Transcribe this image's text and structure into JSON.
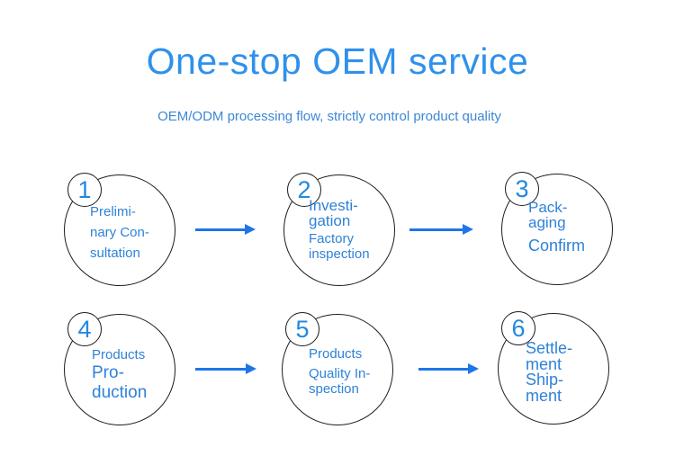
{
  "header": {
    "title": "One-stop OEM service",
    "subtitle": "OEM/ODM processing flow, strictly control product quality"
  },
  "steps": [
    {
      "number": "1",
      "lines": [
        "Prelimi-",
        "nary Con-",
        "sultation"
      ]
    },
    {
      "number": "2",
      "lines": [
        "Investi-",
        "gation",
        "Factory",
        "inspection"
      ]
    },
    {
      "number": "3",
      "lines": [
        "Pack-",
        "aging",
        "Confirm"
      ]
    },
    {
      "number": "4",
      "lines": [
        "Products",
        "Pro-",
        "duction"
      ]
    },
    {
      "number": "5",
      "lines": [
        "Products",
        "Quality In-",
        "spection"
      ]
    },
    {
      "number": "6",
      "lines": [
        "Settle-",
        "ment",
        "Ship-",
        "ment"
      ]
    }
  ],
  "colors": {
    "title_blue": "#2f91ea",
    "subtitle_blue": "#3d87d5",
    "step_text_blue": "#2e82d8",
    "number_blue": "#2288e0",
    "arrow_blue": "#1d76e8",
    "circle_outline": "#1c1c1c",
    "background": "#ffffff"
  }
}
